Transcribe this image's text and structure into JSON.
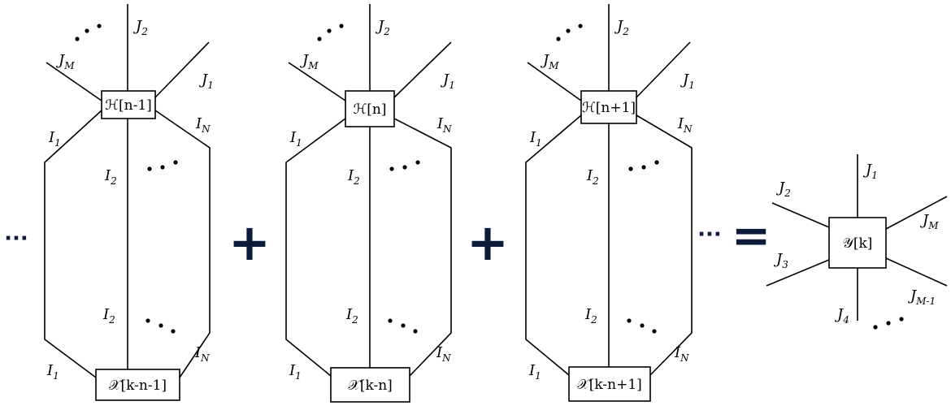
{
  "diagrams": [
    {
      "top_node": "ℋ[n-1]",
      "bottom_node": "𝒳[k-n-1]",
      "labels": {
        "J2": [
          "J",
          "2"
        ],
        "JM": [
          "J",
          "M"
        ],
        "J1": [
          "J",
          "1"
        ],
        "I1": [
          "I",
          "1"
        ],
        "IN": [
          "I",
          "N"
        ],
        "I2": [
          "I",
          "2"
        ]
      }
    },
    {
      "top_node": "ℋ[n]",
      "bottom_node": "𝒳[k-n]",
      "labels": {
        "J2": [
          "J",
          "2"
        ],
        "JM": [
          "J",
          "M"
        ],
        "J1": [
          "J",
          "1"
        ],
        "I1": [
          "I",
          "1"
        ],
        "IN": [
          "I",
          "N"
        ],
        "I2": [
          "I",
          "2"
        ]
      }
    },
    {
      "top_node": "ℋ[n+1]",
      "bottom_node": "𝒳[k-n+1]",
      "labels": {
        "J2": [
          "J",
          "2"
        ],
        "JM": [
          "J",
          "M"
        ],
        "J1": [
          "J",
          "1"
        ],
        "I1": [
          "I",
          "1"
        ],
        "IN": [
          "I",
          "N"
        ],
        "I2": [
          "I",
          "2"
        ]
      }
    }
  ],
  "operators": {
    "leading_ellipsis": "···",
    "plus_1": "+",
    "plus_2": "+",
    "trailing_ellipsis": "···",
    "equals": "="
  },
  "result": {
    "node": "𝒴[k]",
    "labels": {
      "J1": [
        "J",
        "1"
      ],
      "J2": [
        "J",
        "2"
      ],
      "JM": [
        "J",
        "M"
      ],
      "J3": [
        "J",
        "3"
      ],
      "J4": [
        "J",
        "4"
      ],
      "JM1": [
        "J",
        "M-1"
      ]
    }
  }
}
